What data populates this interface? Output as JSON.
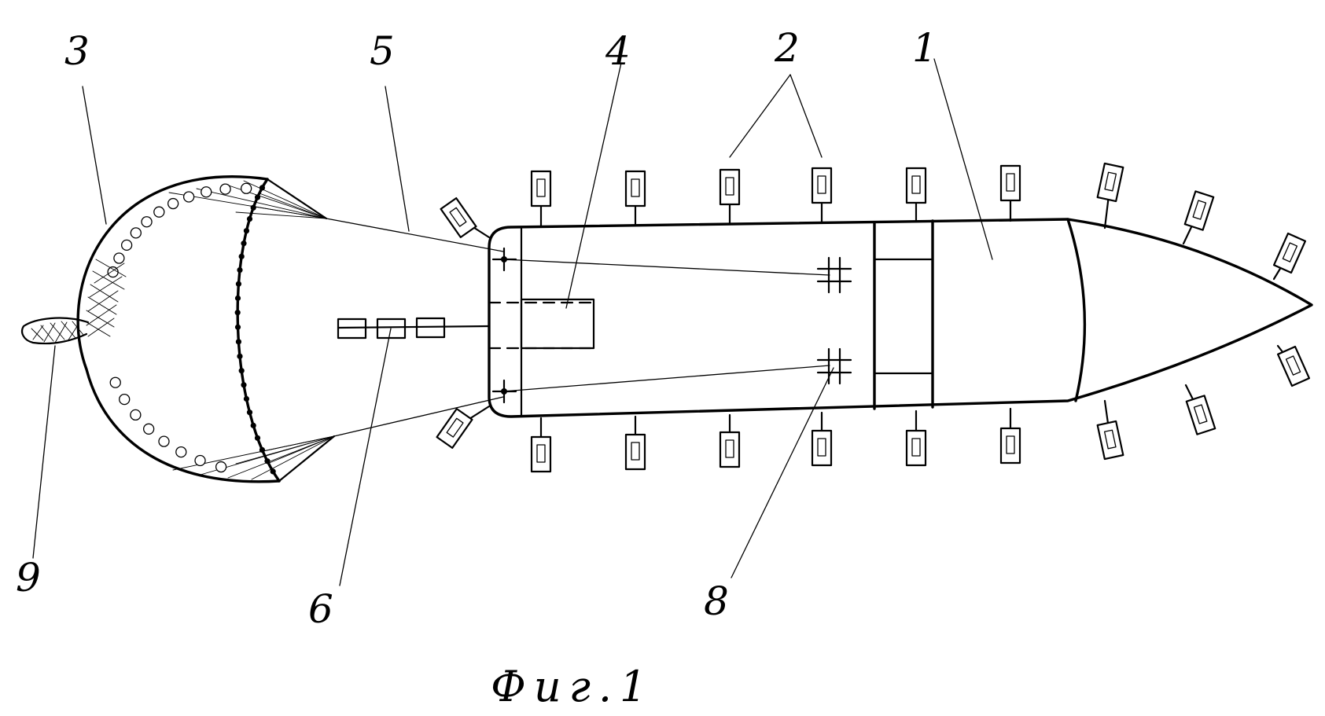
{
  "figure": {
    "caption": "Фиг.1",
    "labels": {
      "l1": "1",
      "l2": "2",
      "l3": "3",
      "l4": "4",
      "l5": "5",
      "l6": "6",
      "l8": "8",
      "l9": "9"
    }
  }
}
